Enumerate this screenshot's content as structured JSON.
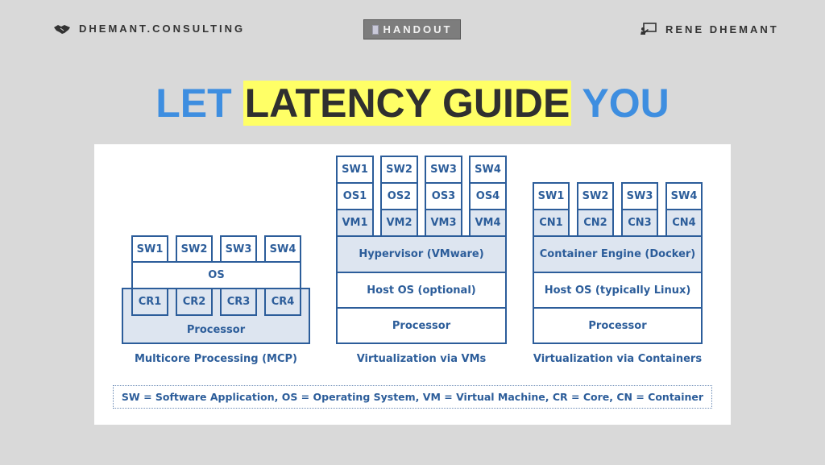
{
  "header": {
    "brand": "DHEMANT.CONSULTING",
    "brand_icon": "handshake-icon",
    "badge": "HANDOUT",
    "badge_icon": "document-icon",
    "author": "RENE DHEMANT",
    "author_icon": "presenter-icon"
  },
  "title": {
    "prefix": "LET",
    "highlight": "LATENCY GUIDE",
    "suffix": "YOU",
    "colors": {
      "blue": "#3e8ee0",
      "highlight_bg": "#ffff66",
      "dark": "#2f2f2f"
    }
  },
  "diagrams": {
    "mcp": {
      "sw": [
        "SW1",
        "SW2",
        "SW3",
        "SW4"
      ],
      "os": "OS",
      "cores": [
        "CR1",
        "CR2",
        "CR3",
        "CR4"
      ],
      "processor": "Processor",
      "caption": "Multicore Processing (MCP)"
    },
    "vms": {
      "sw": [
        "SW1",
        "SW2",
        "SW3",
        "SW4"
      ],
      "os": [
        "OS1",
        "OS2",
        "OS3",
        "OS4"
      ],
      "vm": [
        "VM1",
        "VM2",
        "VM3",
        "VM4"
      ],
      "hypervisor": "Hypervisor (VMware)",
      "host_os": "Host OS (optional)",
      "processor": "Processor",
      "caption": "Virtualization via VMs"
    },
    "containers": {
      "sw": [
        "SW1",
        "SW2",
        "SW3",
        "SW4"
      ],
      "cn": [
        "CN1",
        "CN2",
        "CN3",
        "CN4"
      ],
      "engine": "Container Engine (Docker)",
      "host_os": "Host OS (typically Linux)",
      "processor": "Processor",
      "caption": "Virtualization via Containers"
    }
  },
  "legend": "SW = Software Application, OS = Operating System, VM = Virtual Machine, CR = Core, CN = Container",
  "colors": {
    "stroke": "#2c5d9a",
    "shade": "#dde5f0",
    "background": "#d9d9d9"
  }
}
